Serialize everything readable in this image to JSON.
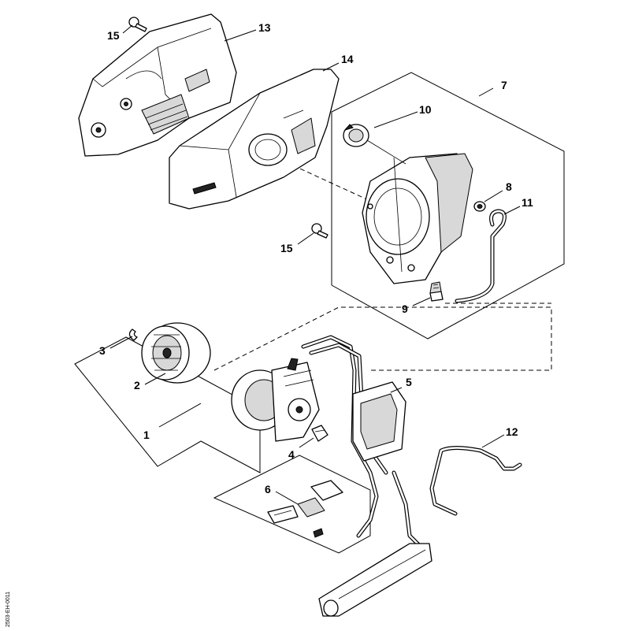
{
  "callouts": [
    {
      "id": "1",
      "label": "1"
    },
    {
      "id": "2",
      "label": "2"
    },
    {
      "id": "3",
      "label": "3"
    },
    {
      "id": "4",
      "label": "4"
    },
    {
      "id": "5",
      "label": "5"
    },
    {
      "id": "6",
      "label": "6"
    },
    {
      "id": "7",
      "label": "7"
    },
    {
      "id": "8",
      "label": "8"
    },
    {
      "id": "9",
      "label": "9"
    },
    {
      "id": "10",
      "label": "10"
    },
    {
      "id": "11",
      "label": "11"
    },
    {
      "id": "12",
      "label": "12"
    },
    {
      "id": "13",
      "label": "13"
    },
    {
      "id": "14",
      "label": "14"
    },
    {
      "id": "15a",
      "label": "15"
    },
    {
      "id": "15b",
      "label": "15"
    }
  ],
  "doc_id": "2503-EH-0011"
}
